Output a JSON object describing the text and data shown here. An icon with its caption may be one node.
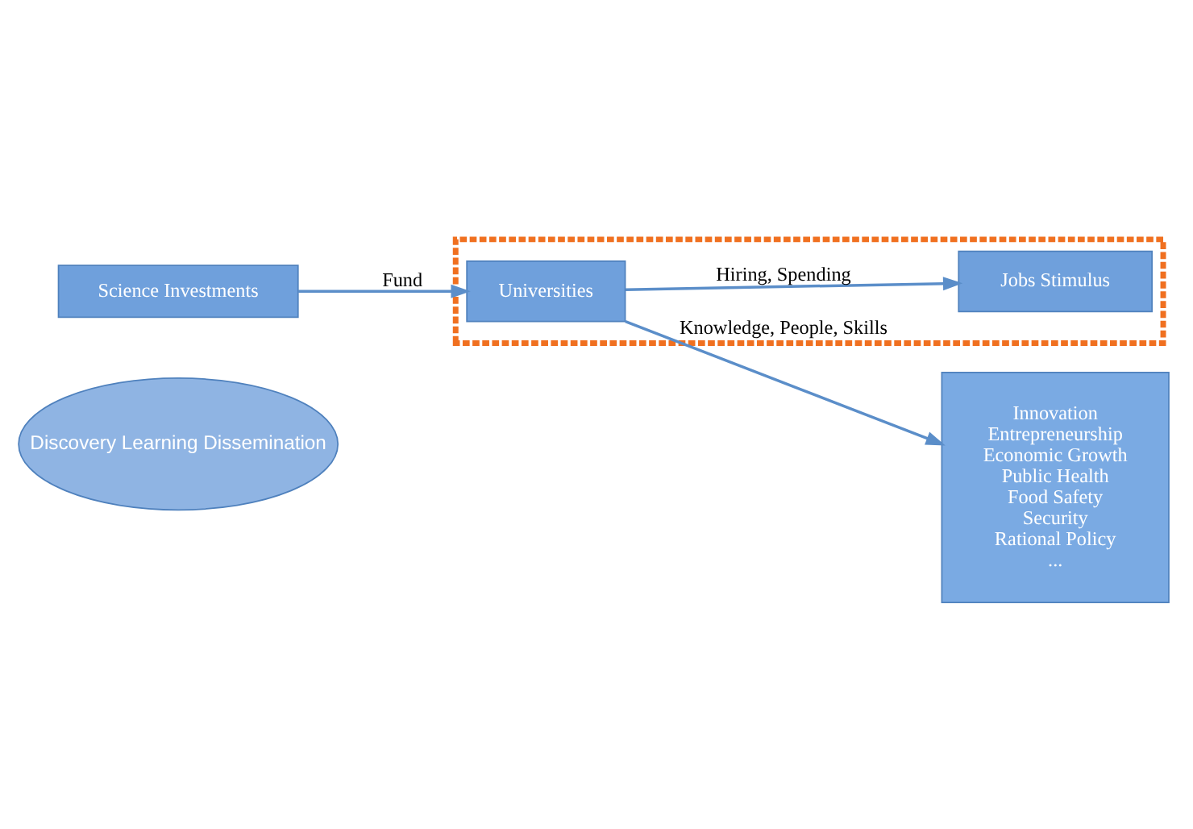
{
  "diagram": {
    "nodes": [
      {
        "text": [
          "Discovery Learning Dissemination"
        ]
      },
      {
        "text": [
          "Science Investments"
        ]
      },
      {
        "text": [],
        "shape": "box"
      },
      {
        "text": [
          "Universities"
        ],
        "in": 2
      },
      {
        "text": [
          "Innovation",
          "Entrepreneurship",
          "Economic Growth",
          "Public Health",
          "Food Safety",
          "Security",
          "Rational Policy",
          "..."
        ]
      },
      {
        "text": [
          "Jobs Stimulus"
        ],
        "in": 2
      }
    ],
    "edges": [
      {
        "from": 1,
        "to": 3,
        "arrow": "to",
        "label": "Fund"
      },
      {
        "from": 3,
        "to": 4,
        "arrow": "to",
        "label": "Knowledge, People, Skills"
      },
      {
        "from": 3,
        "to": 5,
        "arrow": "to",
        "label": "Hiring, Spending"
      }
    ]
  }
}
